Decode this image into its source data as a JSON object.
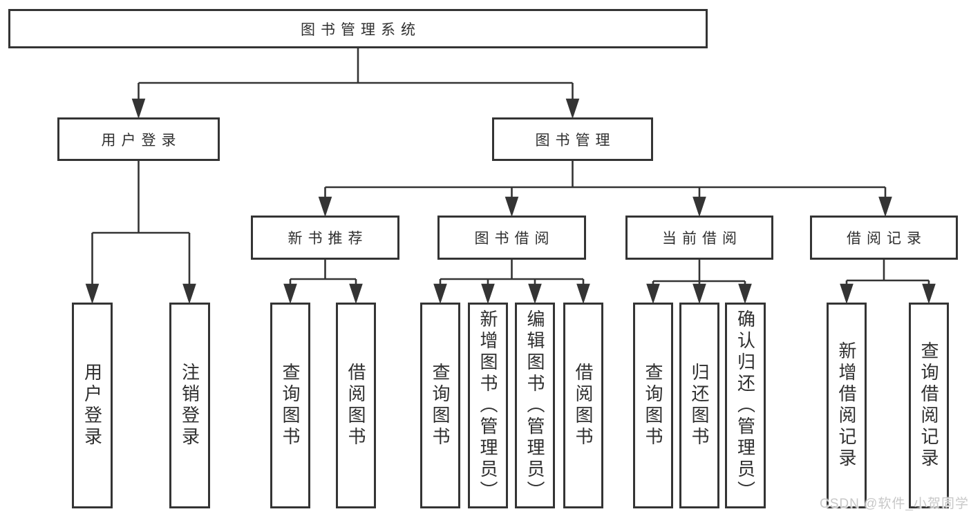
{
  "diagram": {
    "type": "hierarchy-tree",
    "colors": {
      "line": "#343434",
      "box_border": "#343434",
      "text": "#2f2f2f",
      "background": "#ffffff",
      "watermark": "#c8c8c8"
    },
    "root": {
      "label": "图书管理系统"
    },
    "level2": [
      {
        "label": "用户登录"
      },
      {
        "label": "图书管理"
      }
    ],
    "level3": [
      {
        "label": "新书推荐"
      },
      {
        "label": "图书借阅"
      },
      {
        "label": "当前借阅"
      },
      {
        "label": "借阅记录"
      }
    ],
    "leaves": {
      "user_login": [
        {
          "label": "用户登录"
        },
        {
          "label": "注销登录"
        }
      ],
      "new_book": [
        {
          "label": "查询图书"
        },
        {
          "label": "借阅图书"
        }
      ],
      "book_borrow": [
        {
          "label": "查询图书"
        },
        {
          "label": "新增图书（管理员）"
        },
        {
          "label": "编辑图书（管理员）"
        },
        {
          "label": "借阅图书"
        }
      ],
      "current_borrow": [
        {
          "label": "查询图书"
        },
        {
          "label": "归还图书"
        },
        {
          "label": "确认归还（管理员）"
        }
      ],
      "borrow_record": [
        {
          "label": "新增借阅记录"
        },
        {
          "label": "查询借阅记录"
        }
      ]
    },
    "watermark": "CSDN @软件_小贺同学"
  }
}
